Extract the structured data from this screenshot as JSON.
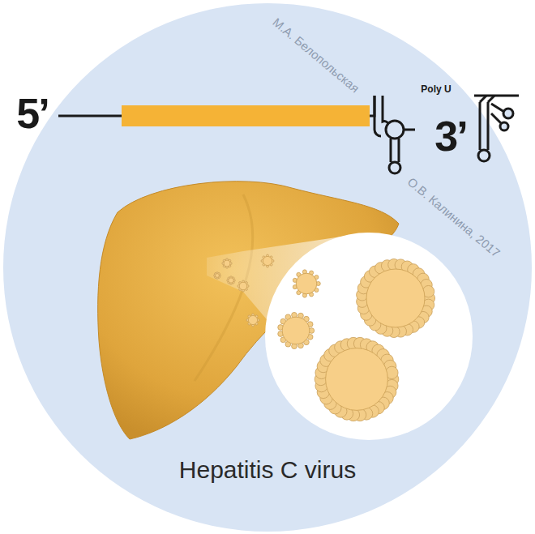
{
  "diagram": {
    "caption": "Hepatitis C virus",
    "labels": [
      "5’",
      "Poly U",
      "3’",
      "М.А. Белопольская",
      "О.В. Калинина, 2017"
    ]
  }
}
